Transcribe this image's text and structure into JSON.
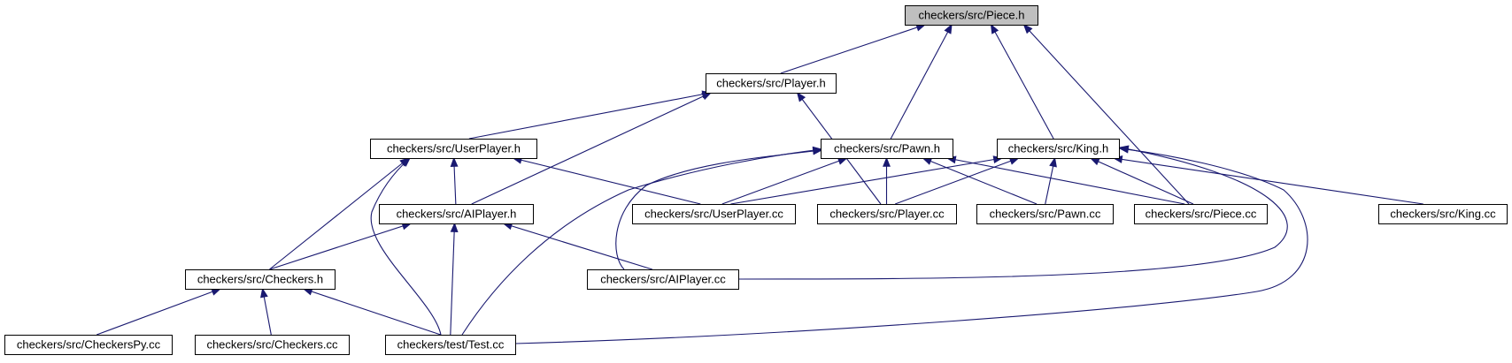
{
  "colors": {
    "edge": "#191970",
    "root_fill": "#bfbfbf",
    "node_fill": "#ffffff",
    "node_border": "#000000"
  },
  "nodes": [
    {
      "id": "piece_h",
      "label": "checkers/src/Piece.h",
      "root": true
    },
    {
      "id": "player_h",
      "label": "checkers/src/Player.h"
    },
    {
      "id": "userplayer_h",
      "label": "checkers/src/UserPlayer.h"
    },
    {
      "id": "pawn_h",
      "label": "checkers/src/Pawn.h"
    },
    {
      "id": "king_h",
      "label": "checkers/src/King.h"
    },
    {
      "id": "aiplayer_h",
      "label": "checkers/src/AIPlayer.h"
    },
    {
      "id": "userplayer_cc",
      "label": "checkers/src/UserPlayer.cc"
    },
    {
      "id": "player_cc",
      "label": "checkers/src/Player.cc"
    },
    {
      "id": "pawn_cc",
      "label": "checkers/src/Pawn.cc"
    },
    {
      "id": "piece_cc",
      "label": "checkers/src/Piece.cc"
    },
    {
      "id": "king_cc",
      "label": "checkers/src/King.cc"
    },
    {
      "id": "checkers_h",
      "label": "checkers/src/Checkers.h"
    },
    {
      "id": "aiplayer_cc",
      "label": "checkers/src/AIPlayer.cc"
    },
    {
      "id": "checkerspy_cc",
      "label": "checkers/src/CheckersPy.cc"
    },
    {
      "id": "checkers_cc",
      "label": "checkers/src/Checkers.cc"
    },
    {
      "id": "test_cc",
      "label": "checkers/test/Test.cc"
    }
  ],
  "edges": [
    {
      "from": "piece_h",
      "to": "player_h"
    },
    {
      "from": "piece_h",
      "to": "pawn_h"
    },
    {
      "from": "piece_h",
      "to": "king_h"
    },
    {
      "from": "piece_h",
      "to": "piece_cc"
    },
    {
      "from": "player_h",
      "to": "userplayer_h"
    },
    {
      "from": "player_h",
      "to": "aiplayer_h"
    },
    {
      "from": "player_h",
      "to": "player_cc"
    },
    {
      "from": "userplayer_h",
      "to": "aiplayer_h"
    },
    {
      "from": "userplayer_h",
      "to": "userplayer_cc"
    },
    {
      "from": "userplayer_h",
      "to": "checkers_h"
    },
    {
      "from": "userplayer_h",
      "to": "test_cc"
    },
    {
      "from": "aiplayer_h",
      "to": "checkers_h"
    },
    {
      "from": "aiplayer_h",
      "to": "test_cc"
    },
    {
      "from": "aiplayer_h",
      "to": "aiplayer_cc"
    },
    {
      "from": "pawn_h",
      "to": "userplayer_cc"
    },
    {
      "from": "pawn_h",
      "to": "player_cc"
    },
    {
      "from": "pawn_h",
      "to": "pawn_cc"
    },
    {
      "from": "pawn_h",
      "to": "piece_cc"
    },
    {
      "from": "pawn_h",
      "to": "aiplayer_cc"
    },
    {
      "from": "pawn_h",
      "to": "test_cc"
    },
    {
      "from": "king_h",
      "to": "userplayer_cc"
    },
    {
      "from": "king_h",
      "to": "player_cc"
    },
    {
      "from": "king_h",
      "to": "pawn_cc"
    },
    {
      "from": "king_h",
      "to": "piece_cc"
    },
    {
      "from": "king_h",
      "to": "king_cc"
    },
    {
      "from": "king_h",
      "to": "aiplayer_cc"
    },
    {
      "from": "king_h",
      "to": "test_cc"
    },
    {
      "from": "checkers_h",
      "to": "checkerspy_cc"
    },
    {
      "from": "checkers_h",
      "to": "checkers_cc"
    },
    {
      "from": "checkers_h",
      "to": "test_cc"
    }
  ]
}
